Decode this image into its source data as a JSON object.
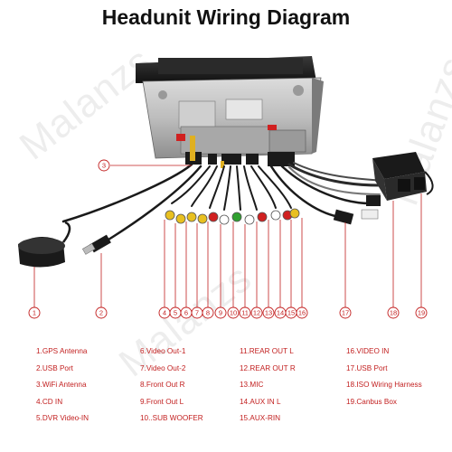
{
  "title": "Headunit Wiring Diagram",
  "watermark": "Malanzs",
  "colors": {
    "callout": "#c21f1f",
    "legend_text": "#c21f1f",
    "cable": "#1a1a1a"
  },
  "callouts": [
    "1",
    "2",
    "3",
    "4",
    "5",
    "6",
    "7",
    "8",
    "9",
    "10",
    "11",
    "12",
    "13",
    "14",
    "15",
    "16",
    "17",
    "18",
    "19"
  ],
  "legend": {
    "col1": [
      "1.GPS Antenna",
      "2.USB Port",
      "3.WiFi Antenna",
      "4.CD IN",
      "5.DVR Video-IN"
    ],
    "col2": [
      "6.Video Out-1",
      "7.Video Out-2",
      "8.Front Out R",
      "9.Front Out L",
      "10..SUB WOOFER"
    ],
    "col3": [
      "11.REAR OUT L",
      "12.REAR OUT R",
      "13.MIC",
      "14.AUX IN L",
      "15.AUX-RIN"
    ],
    "col4": [
      "16.VIDEO IN",
      "17.USB Port",
      "18.ISO Wiring Harness",
      "19.Canbus Box"
    ]
  }
}
